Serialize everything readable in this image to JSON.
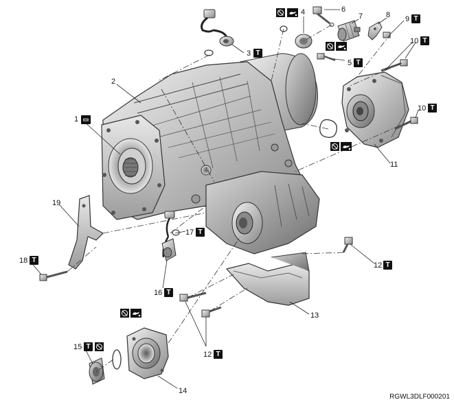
{
  "diagram": {
    "reference_code": "RGWL3DLF000201",
    "callouts": [
      {
        "id": "c1",
        "number": "1"
      },
      {
        "id": "c2",
        "number": "2"
      },
      {
        "id": "c3",
        "number": "3"
      },
      {
        "id": "c4",
        "number": "4"
      },
      {
        "id": "c5",
        "number": "5"
      },
      {
        "id": "c6",
        "number": "6"
      },
      {
        "id": "c7",
        "number": "7"
      },
      {
        "id": "c8",
        "number": "8"
      },
      {
        "id": "c9",
        "number": "9"
      },
      {
        "id": "c10a",
        "number": "10"
      },
      {
        "id": "c10b",
        "number": "10"
      },
      {
        "id": "c11",
        "number": "11"
      },
      {
        "id": "c12a",
        "number": "12"
      },
      {
        "id": "c12b",
        "number": "12"
      },
      {
        "id": "c13",
        "number": "13"
      },
      {
        "id": "c14",
        "number": "14"
      },
      {
        "id": "c15",
        "number": "15"
      },
      {
        "id": "c16",
        "number": "16"
      },
      {
        "id": "c17",
        "number": "17"
      },
      {
        "id": "c18",
        "number": "18"
      },
      {
        "id": "c19",
        "number": "19"
      }
    ],
    "torque_symbol": "T",
    "icons": {
      "torque": "torque-spec-icon",
      "do_not_reuse": "do-not-reuse-icon",
      "apply_oil": "apply-oil-icon",
      "apply_sealant": "apply-sealant-icon"
    }
  }
}
